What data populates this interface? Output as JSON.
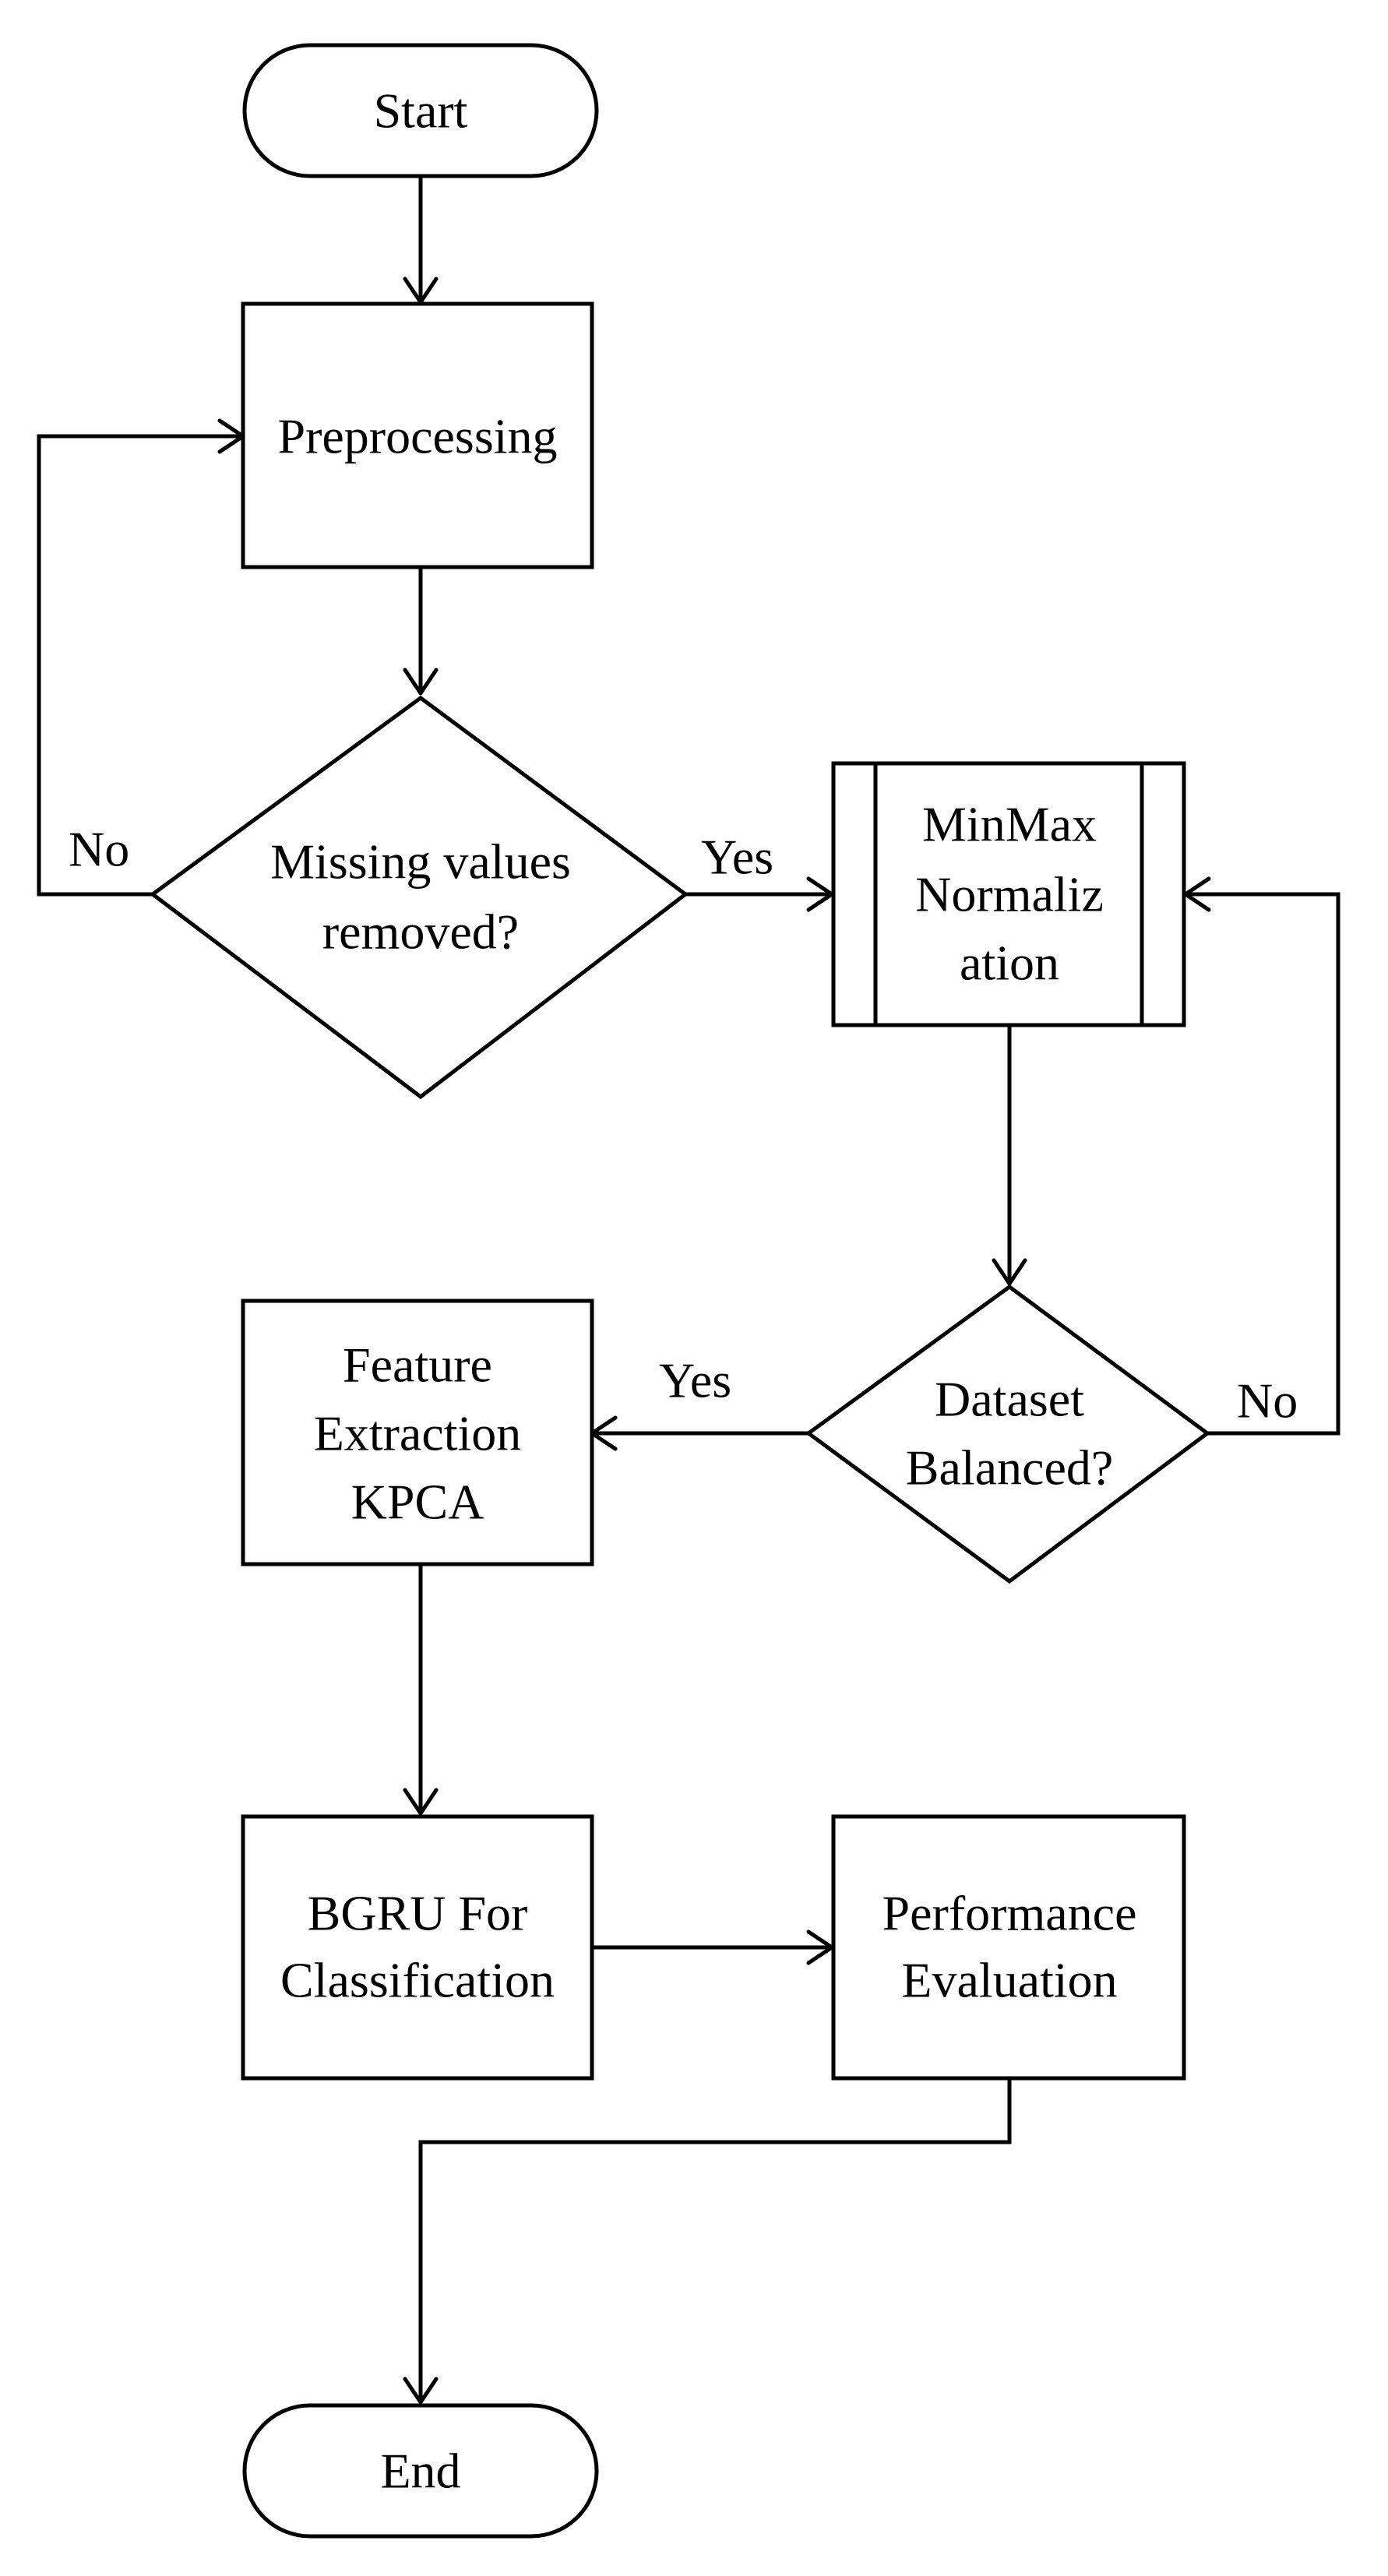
{
  "nodes": {
    "start": {
      "label": "Start"
    },
    "preprocessing": {
      "label": "Preprocessing"
    },
    "missing_check": {
      "lines": [
        "Missing values",
        "removed?"
      ]
    },
    "minmax": {
      "lines": [
        "MinMax",
        "Normaliz",
        "ation"
      ]
    },
    "balanced_check": {
      "lines": [
        "Dataset",
        "Balanced?"
      ]
    },
    "feature": {
      "lines": [
        "Feature",
        "Extraction",
        "KPCA"
      ]
    },
    "bgru": {
      "lines": [
        "BGRU For",
        "Classification"
      ]
    },
    "performance": {
      "lines": [
        "Performance",
        "Evaluation"
      ]
    },
    "end": {
      "label": "End"
    }
  },
  "edges": {
    "missing_no": "No",
    "missing_yes": "Yes",
    "balanced_yes": "Yes",
    "balanced_no": "No"
  }
}
